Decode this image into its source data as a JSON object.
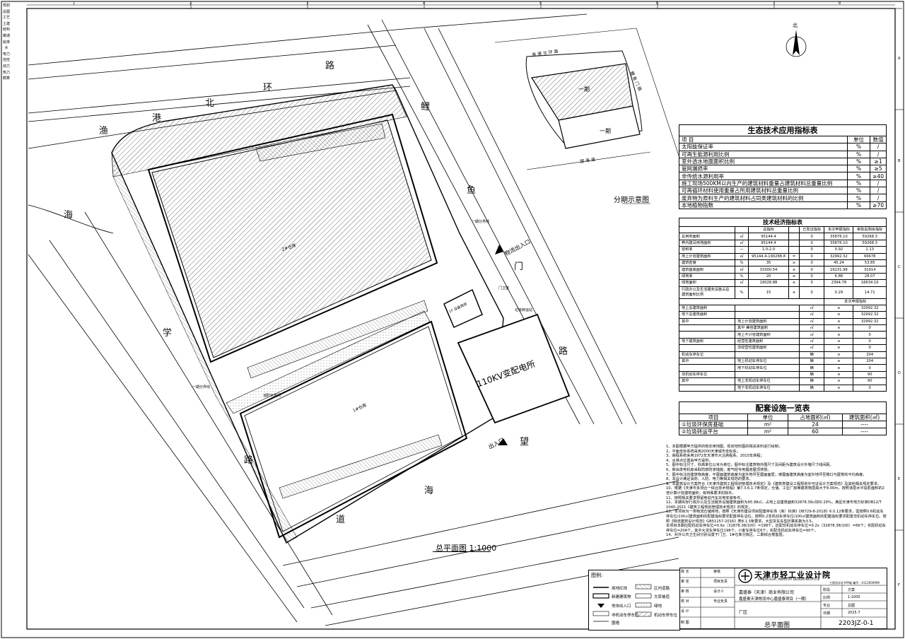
{
  "border": {
    "top_numbers": [
      "1",
      "2",
      "3",
      "4",
      "5",
      "6",
      "7",
      "8"
    ],
    "side_letters": [
      "A",
      "B",
      "C",
      "D",
      "E",
      "F"
    ],
    "stamp_column": [
      "规划",
      "总图",
      "工艺",
      "土建",
      "结构",
      "暖通",
      "给排水",
      "电力",
      "自控",
      "动力",
      "热力",
      "概算"
    ]
  },
  "site_plan": {
    "roads": {
      "north_ring": [
        "渔",
        "港",
        "北",
        "环",
        "路"
      ],
      "west": [
        "海",
        "学",
        "路"
      ],
      "east": [
        "鲤",
        "鱼",
        "门",
        "路"
      ],
      "south": [
        "望",
        "海",
        "道"
      ]
    },
    "labels": {
      "warehouse_2": "2#仓库",
      "warehouse_1": "1#仓库",
      "substation": "110KV变配电所",
      "logistics_entrance": "物流出入口",
      "entrance": "出入口",
      "phase_line": "一期分界线",
      "phase_line_2": "一期分界线",
      "equipment_room": "1F 设备用房",
      "pump_room": "消防水泵间",
      "wall_gate": "门卫室",
      "trash_station": "垃圾转运站",
      "plan_title": "总平面图",
      "plan_scale": "1:1000"
    },
    "key_plan": {
      "title": "分期示意图",
      "phase_1a": "一期",
      "phase_1b": "一期",
      "north": "北",
      "road_top": "渔 港 北 环 路",
      "road_bottom": "望 海 道",
      "road_right": "鲤 鱼 门 路"
    }
  },
  "eco_table": {
    "title": "生态技术应用指标表",
    "headers": [
      "项 目",
      "单位",
      "数值"
    ],
    "rows": [
      [
        "太阳能保证率",
        "%",
        "/"
      ],
      [
        "可再生能源利用比例",
        "%",
        "/"
      ],
      [
        "室外透水地面面积比例",
        "%",
        "≥1"
      ],
      [
        "管网漏损率",
        "%",
        "≥5"
      ],
      [
        "非传统水源利用率",
        "%",
        "≥40"
      ],
      [
        "施工现场500KM以内生产的建筑材料重量占建筑材料总重量比例",
        "%",
        "/"
      ],
      [
        "可再循环材料使用重量占所用建筑材料总重量比例",
        "%",
        "/"
      ],
      [
        "废弃物为原料生产的建筑材料占同类建筑材料的比例",
        "%",
        "/"
      ],
      [
        "本地植物指数",
        "%",
        "≥70"
      ]
    ]
  },
  "tech_table": {
    "title": "技术经济指标表",
    "headers": [
      "",
      "",
      "总指标",
      "",
      "已发证指标",
      "本次申报指标",
      "审批后剩余指标"
    ],
    "rows": [
      [
        "总用地面积",
        "㎡",
        "95144.4",
        "",
        "0",
        "35876.10",
        "59268.3"
      ],
      [
        "养内建设用地面积",
        "㎡",
        "95144.4",
        "",
        "0",
        "35876.10",
        "59268.3"
      ],
      [
        "容积率",
        "—",
        "1.0-2.0",
        "",
        "0",
        "0.92",
        "1.13"
      ],
      [
        "地上计容建筑面积",
        "㎡",
        "95144.4-190288.8",
        "=",
        "0",
        "32992.32",
        "66678"
      ],
      [
        "建筑密度",
        "%",
        "35",
        "≥",
        "0",
        "45.24",
        "53.85"
      ],
      [
        "建筑基底面积",
        "㎡",
        "33300.54",
        "≥",
        "0",
        "16231.96",
        "31914"
      ],
      [
        "绿地率",
        "%",
        "20",
        "≤",
        "0",
        "6.88",
        "28.07"
      ],
      [
        "绿地面积",
        "㎡",
        "19028.88",
        "≤",
        "0",
        "2394.78",
        "16634.10"
      ],
      [
        "行政办公及生活服务设施占总建筑面积比例",
        "%",
        "15",
        "≤",
        "0",
        "0.29",
        "14.71"
      ]
    ],
    "sub_header": "本次申报指标",
    "detail_rows": [
      [
        "地上总建筑面积",
        "",
        "㎡",
        "≤",
        "32992.32"
      ],
      [
        "地下总建筑面积",
        "",
        "㎡",
        "≤",
        "32992.32"
      ],
      [
        "其中",
        "地上计容建筑面积",
        "㎡",
        "≤",
        "32992.32"
      ],
      [
        "",
        "其中 兼容建筑面积",
        "㎡",
        "≤",
        "0"
      ],
      [
        "",
        "地上不计容建筑面积",
        "㎡",
        "≤",
        "0"
      ],
      [
        "地下建筑面积",
        "经营性建筑面积",
        "㎡",
        "≤",
        "0"
      ],
      [
        "",
        "非经营性建筑面积",
        "㎡",
        "≤",
        "0"
      ],
      [
        "机动车停车位",
        "",
        "辆",
        "≥",
        "204"
      ],
      [
        "其中",
        "地上机动车停车位",
        "辆",
        "≥",
        "204"
      ],
      [
        "",
        "地下机动车停车位",
        "辆",
        "≥",
        "0"
      ],
      [
        "非机动车停车位",
        "",
        "辆",
        "≥",
        "90"
      ],
      [
        "其中",
        "地上非机动车停车位",
        "辆",
        "≥",
        "90"
      ],
      [
        "",
        "地下非机动车停车位",
        "辆",
        "≥",
        "0"
      ]
    ]
  },
  "facility_table": {
    "title": "配套设施一览表",
    "headers": [
      "项目",
      "单位",
      "占地面积(㎡)",
      "建筑面积(㎡)"
    ],
    "rows": [
      [
        "①垃圾环保房基础",
        "m²",
        "24",
        "----"
      ],
      [
        "②垃圾转运平台",
        "m²",
        "60",
        "----"
      ]
    ]
  },
  "notes": [
    "1、本图根据甲方提供的核定用地图、现状地形图的相关资料进行绘制；",
    "2、平面坐标系统采用2000天津城市坐标系；",
    "3、高程系统采用1972年天津市大沽高程系，2015年高程；",
    "4、水准点位置由甲方提供；",
    "5、图中标注尺寸、标高单位以米为单位；图中标注建筑物外围尺寸及间距为建筑设计外墙尺寸线间距。",
    "6、柴油发电机房采取防腐防渗措施，废气经专用烟道屋顶排放。",
    "7、图中标注的建筑物高度，平屋面建筑高度为室外地坪至屋面面层；坡屋面建筑高度为室外地坪至檐口与屋脊的平均高度。",
    "8、本设计满足消防、人防、电力等相关规范的要求。",
    "9、本建筑设计方案符合《天津市建筑工程规划管理技术规定》及《建筑类建设工程规划许可证设计方案规范》及其他相关规定要求。",
    "10、根据《天津市多测合一综合技术规程》第7.3.6.1.7条规定，仓储、工业厂房等建筑物层高大于8.00m，按照该层水平投影面积的2倍计算计容建筑面积，有特殊要求的除外。",
    "11、按照相关要求预留电动汽车充电安装条件。",
    "12、本期实际行政办公及生活服务设施建筑面积为95.98㎡，占地上总建筑面积32878.38㎡的0.29%，满足天津市地方标准DB12/T 1040-2021《建筑工程规划管理技术规范》的规定。",
    "13、本项目为一类物流仓储用地，按照《天津市建设项目配建停车场（库）标准》DB729-8-2018》6.0.12条要求，需按照0.6机动车停车位/100㎡建筑面积的配建指标要求配置停车泊位。按照0.2非机动车停车位/100㎡建筑面积的配建指标要求配置非机动车停车位。按照《物流建筑设计规范》GB51157-2016》表8.1.3条要求，大型货车车型折算系数为3.5。",
    "本项目本期应配机动车停车位=0.6x（32878.38/100）=198个，应配非机动车停车位=0.2x（32878.38/100）=66个；实配机动车停车位=204个，其中大货车停车位198个，小客车停车位6个；实配非机动车停车位=90个。",
    "14、对外公共卫生间分别设置于门卫、1#仓库分拣区、二期综合楼首层。"
  ],
  "legend": {
    "title": "图例:",
    "items": [
      "用地红线",
      "新建建筑物",
      "地块出入口",
      "非机动车停车位",
      "围墙",
      "区内道路",
      "文库被道",
      "绿地",
      "机动车停车位"
    ]
  },
  "title_block": {
    "institute_cn": "天津市轻工业设计院",
    "institute_en": "TIANJIN LIGHT INDUSTRY DESIGN INSTITUTE",
    "certificate": "工程设计证书甲级 编号：A112000999",
    "roles": [
      "院 长",
      "审 定",
      "审 核",
      "校 对",
      "设 计",
      "制 图"
    ],
    "role_labels_right": [
      "审核",
      "项目负责",
      "设计人",
      "专业负责"
    ],
    "client": "嘉盛泰（天津）商业有限公司",
    "project": "嘉盛泰天津物流中心嘉盛泰项目（一期）",
    "stage": "厂区",
    "drawing_title": "总平面图",
    "drawing_no": "2203JZ-0-1",
    "meta": [
      [
        "阶段",
        "方案"
      ],
      [
        "比例",
        "1:1000"
      ],
      [
        "专业",
        "总图"
      ],
      [
        "日期",
        "2025.7"
      ]
    ]
  }
}
